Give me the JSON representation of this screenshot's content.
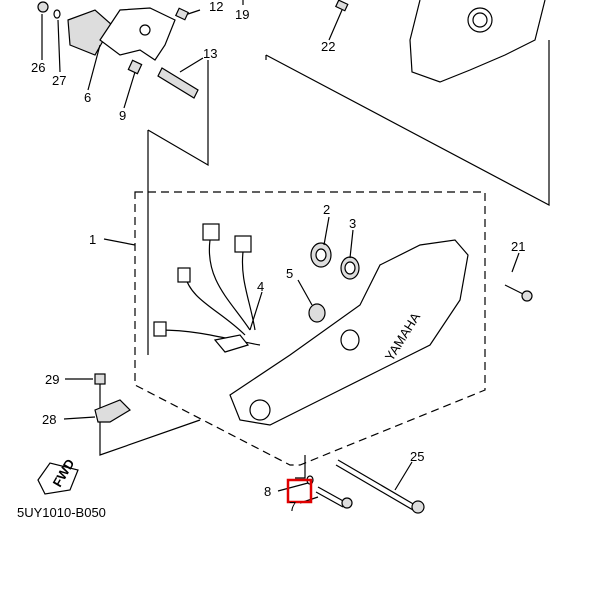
{
  "diagram": {
    "code": "5UY1010-B050",
    "fwd_label": "FWD",
    "brand_text": "YAMAHA",
    "highlight_color": "#e00000",
    "callouts": {
      "p1": "1",
      "p2": "2",
      "p3": "3",
      "p4": "4",
      "p5": "5",
      "p6": "6",
      "p7": "7",
      "p8": "8",
      "p9": "9",
      "p12": "12",
      "p13": "13",
      "p19": "19",
      "p21": "21",
      "p22": "22",
      "p25": "25",
      "p26": "26",
      "p27": "27",
      "p28": "28",
      "p29": "29"
    }
  }
}
